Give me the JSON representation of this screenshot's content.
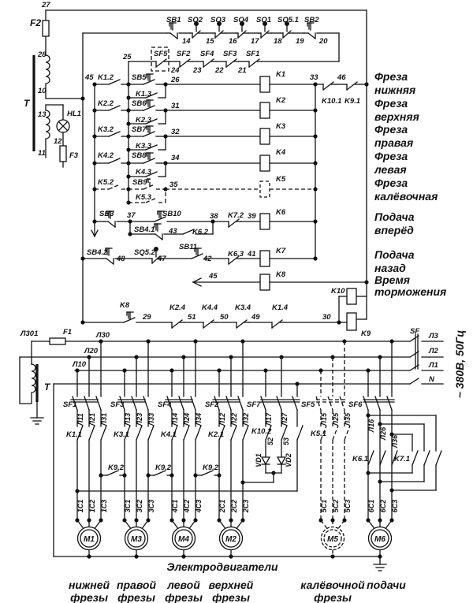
{
  "control": {
    "devices": [
      "SB1",
      "SQ2",
      "SQ3",
      "SQ4",
      "SQ1",
      "SQ5.1",
      "SB2",
      "SF5",
      "SF2",
      "SF4",
      "SF3",
      "SF1",
      "K1.2",
      "SB5",
      "K1.3",
      "K2.2",
      "SB6",
      "K2.3",
      "K3.2",
      "SB7",
      "K3.3",
      "K4.2",
      "SB8",
      "K4.3",
      "K5.2",
      "SB9",
      "K5.3",
      "SB3",
      "SB10",
      "SB4.1",
      "K6.2",
      "K7.2",
      "K1",
      "K2",
      "K3",
      "K4",
      "K5",
      "K6",
      "K7",
      "K8",
      "K10.1",
      "K9.1",
      "SB4.2",
      "SQ5.2",
      "SB11",
      "K6.3",
      "K8",
      "K2.4",
      "K4.4",
      "K3.4",
      "K1.4",
      "K10",
      "K9",
      "F2",
      "T",
      "HL1",
      "F3"
    ],
    "wire_numbers": [
      "27",
      "28",
      "10",
      "13",
      "12",
      "11",
      "45",
      "25",
      "24",
      "23",
      "22",
      "21",
      "14",
      "15",
      "16",
      "17",
      "18",
      "19",
      "20",
      "26",
      "31",
      "32",
      "34",
      "35",
      "37",
      "38",
      "39",
      "43",
      "48",
      "47",
      "42",
      "41",
      "33",
      "46",
      "45",
      "29",
      "51",
      "50",
      "49",
      "30"
    ],
    "row_captions": [
      {
        "line1": "Фреза",
        "line2": "нижняя"
      },
      {
        "line1": "Фреза",
        "line2": "верхняя"
      },
      {
        "line1": "Фреза",
        "line2": "правая"
      },
      {
        "line1": "Фреза",
        "line2": "левая"
      },
      {
        "line1": "Фреза",
        "line2": "калёвочная"
      },
      {
        "line1": "Подача",
        "line2": "вперёд"
      },
      {
        "line1": "Подача",
        "line2": "назад"
      },
      {
        "line1": "Время",
        "line2": "торможения"
      }
    ]
  },
  "power": {
    "labels": [
      "Л301",
      "F1",
      "Л30",
      "Л20",
      "Л10",
      "SF",
      "Л3",
      "Л2",
      "Л1",
      "N",
      "T"
    ],
    "supply": "~ 380В, 50Гц",
    "switches": [
      "SF1",
      "SF3",
      "SF4",
      "SF2",
      "SF7",
      "SF5",
      "SF6"
    ],
    "phase_labels": [
      [
        "Л11",
        "Л21",
        "Л31"
      ],
      [
        "Л13",
        "Л23",
        "Л33"
      ],
      [
        "Л14",
        "Л24",
        "Л34"
      ],
      [
        "Л12",
        "Л22",
        "Л32"
      ],
      [
        "Л17",
        "Л27"
      ],
      [
        "Л15",
        "Л25",
        "Л35"
      ],
      [
        "Л16",
        "Л26",
        "Л36"
      ]
    ],
    "contactors": [
      "K1.1",
      "K3.1",
      "K4.1",
      "K2.1",
      "K10.2",
      "K5.1",
      "K6.1",
      "K7.1"
    ],
    "brake_contacts": [
      "K9.2",
      "K9.2",
      "K9.2"
    ],
    "diodes": [
      "VD1",
      "VD2"
    ],
    "diode_wires": [
      "52",
      "53"
    ]
  },
  "motors": [
    {
      "id": "M1",
      "terminals": [
        "1C1",
        "1C2",
        "1C3"
      ],
      "caption1": "нижней",
      "caption2": "фрезы"
    },
    {
      "id": "M3",
      "terminals": [
        "3C1",
        "3C2",
        "3C3"
      ],
      "caption1": "правой",
      "caption2": "фрезы"
    },
    {
      "id": "M4",
      "terminals": [
        "4C1",
        "4C2",
        "4C3"
      ],
      "caption1": "левой",
      "caption2": "фрезы"
    },
    {
      "id": "M2",
      "terminals": [
        "2C1",
        "2C2",
        "2C3"
      ],
      "caption1": "верхней",
      "caption2": "фрезы"
    },
    {
      "id": "M5",
      "terminals": [
        "5C1",
        "5C2",
        "5C3"
      ],
      "caption1": "калёвочной",
      "caption2": "фрезы"
    },
    {
      "id": "M6",
      "terminals": [
        "6C1",
        "6C2",
        "6C3"
      ],
      "caption1": "подачи",
      "caption2": ""
    }
  ],
  "motors_title": "Электродвигатели"
}
